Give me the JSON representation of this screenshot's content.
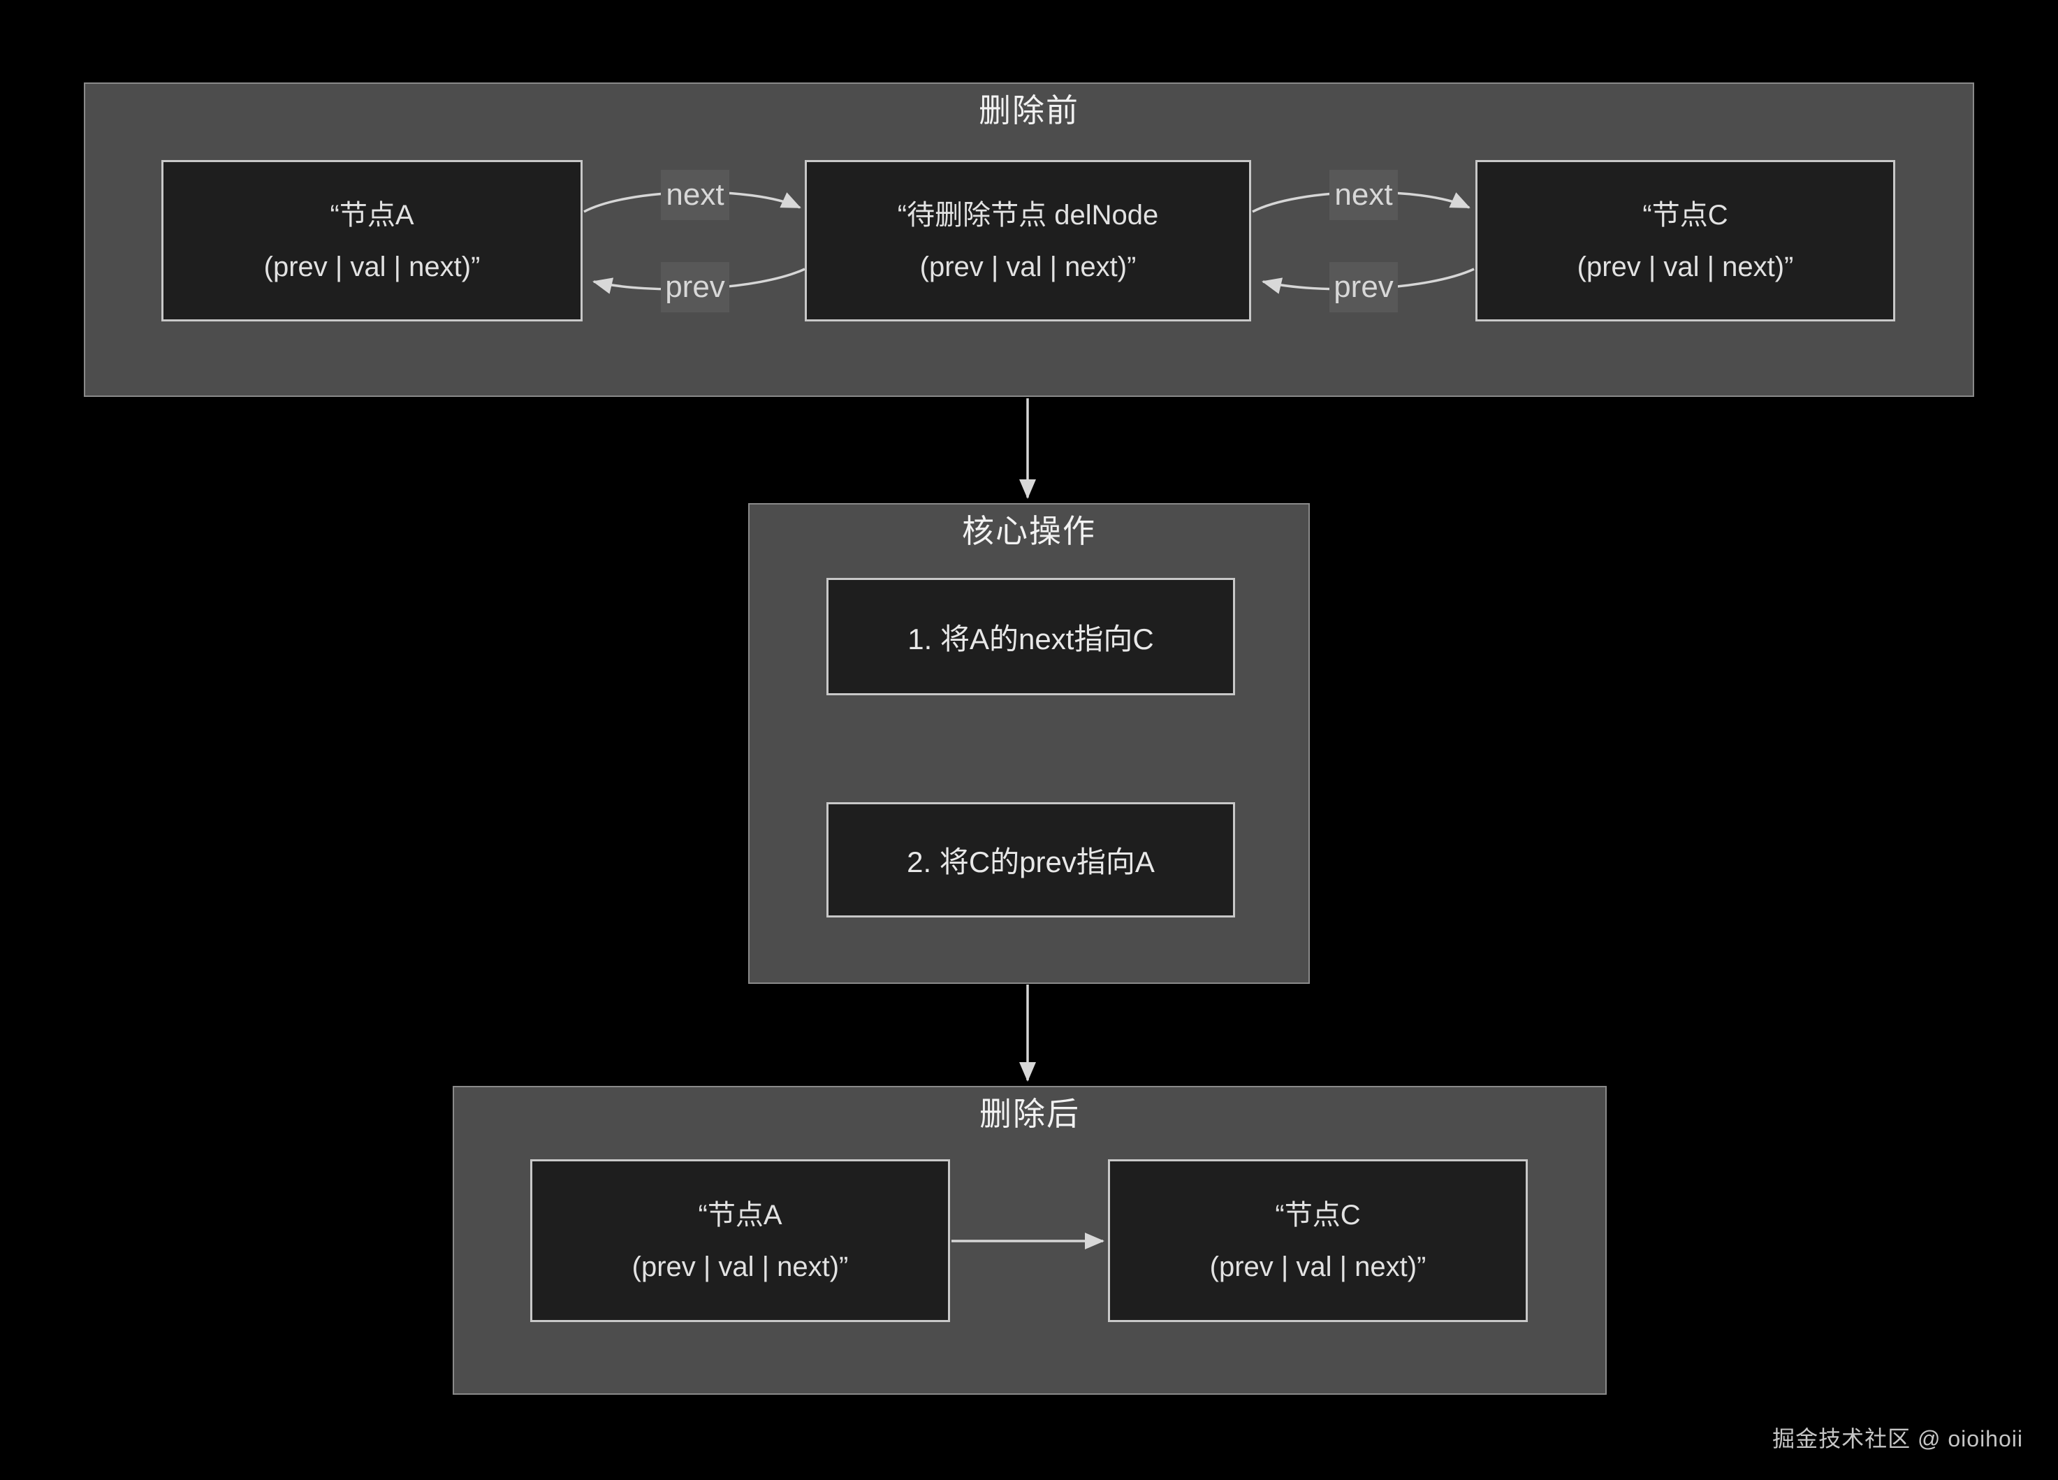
{
  "diagram": {
    "watermark": "掘金技术社区 @ oioihoii",
    "colors": {
      "background": "#000000",
      "panel_fill": "#4d4d4d",
      "panel_border": "#8a8a8a",
      "node_fill": "#1e1e1e",
      "node_border": "#c8c8c8",
      "text": "#e2e2e2",
      "arrow": "#d6d6d6",
      "edge_label_bg": "#585858"
    },
    "sections": {
      "before": {
        "title": "删除前",
        "node_a": {
          "line1": "“节点A",
          "line2": "(prev | val | next)”"
        },
        "del_node": {
          "line1": "“待删除节点 delNode",
          "line2": "(prev | val | next)”"
        },
        "node_c": {
          "line1": "“节点C",
          "line2": "(prev | val | next)”"
        },
        "labels": {
          "a_to_del": "next",
          "del_to_a": "prev",
          "del_to_c": "next",
          "c_to_del": "prev"
        }
      },
      "core": {
        "title": "核心操作",
        "step1": "1. 将A的next指向C",
        "step2": "2. 将C的prev指向A"
      },
      "after": {
        "title": "删除后",
        "node_a": {
          "line1": "“节点A",
          "line2": "(prev | val | next)”"
        },
        "node_c": {
          "line1": "“节点C",
          "line2": "(prev | val | next)”"
        }
      }
    }
  }
}
